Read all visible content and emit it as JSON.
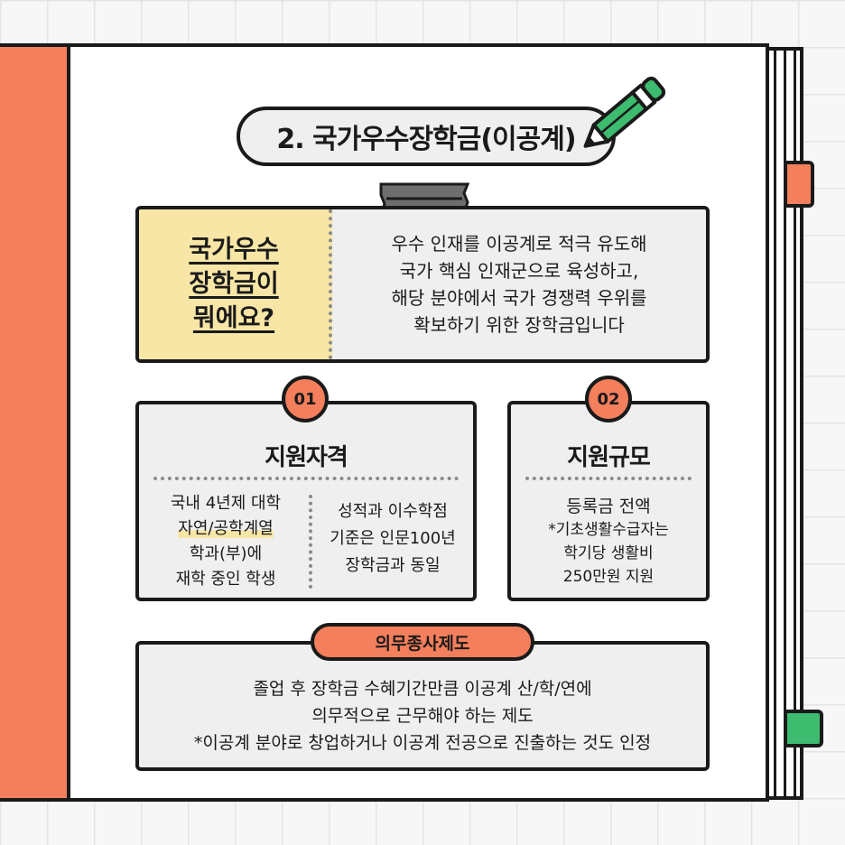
{
  "title": "2. 국가우수장학금(이공계)",
  "intro": {
    "question": [
      "국가우수",
      "장학금이",
      "뭐에요?"
    ],
    "description": [
      "우수 인재를 이공계로 적극 유도해",
      "국가 핵심 인재군으로 육성하고,",
      "해당 분야에서 국가 경쟁력 우위를",
      "확보하기 위한 장학금입니다"
    ]
  },
  "eligibility": {
    "number": "01",
    "title": "지원자격",
    "left_lines": [
      "국내 4년제 대학",
      "자연/공학계열",
      "학과(부)에",
      "재학 중인 학생"
    ],
    "right_lines": [
      "성적과 이수학점",
      "기준은 인문100년",
      "장학금과 동일"
    ]
  },
  "scale": {
    "number": "02",
    "title": "지원규모",
    "lines": [
      "등록금 전액",
      "*기초생활수급자는",
      "학기당 생활비",
      "250만원 지원"
    ]
  },
  "duty": {
    "label": "의무종사제도",
    "lines": [
      "졸업 후 장학금 수혜기간만큼 이공계 산/학/연에",
      "의무적으로 근무해야 하는 제도",
      "*이공계 분야로 창업하거나 이공계 전공으로 진출하는 것도 인정"
    ]
  },
  "colors": {
    "accent": "#f47f5c",
    "highlight": "#f8e6a6",
    "green": "#3dbb6f",
    "ink": "#1a1a1a"
  }
}
